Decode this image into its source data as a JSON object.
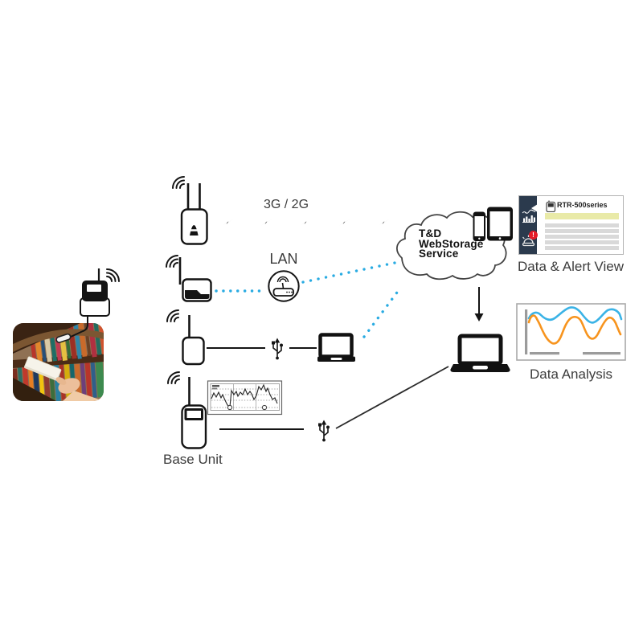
{
  "labels": {
    "network": "3G / 2G",
    "lan": "LAN",
    "cloud_line1": "T&D",
    "cloud_line2": "WebStorage",
    "cloud_line3": "Service",
    "device_series": "RTR-500series",
    "data_alert_view": "Data & Alert View",
    "data_analysis": "Data Analysis",
    "base_unit": "Base Unit",
    "alert_badge": "!"
  },
  "colors": {
    "dotted_link_blue": "#29abe2",
    "sidebar_navy": "#2b3a4d",
    "alert_red": "#e51c28",
    "highlight_row_yellow": "#e9eaa8",
    "list_row_gray": "#d9d9d9",
    "chart_line_blue": "#3bb3e6",
    "chart_line_orange": "#f7941e",
    "line_black": "#1a1a1a"
  },
  "icons": {
    "wireless-waves": "three concentric arcs",
    "lightning-bolt": "small flash glyph on wireless 3G/2G link",
    "usb": "usb trident symbol",
    "lan-router": "router in circle",
    "cloud": "cloud outline",
    "bar-chart": "white bars with trend line",
    "alarm": "warning beacon lamp with red ! badge",
    "smartphone": "phone with screen",
    "tablet": "tablet with screen",
    "laptop": "laptop silhouette",
    "down-arrow": "black arrow from cloud to PC"
  },
  "chart_data": [
    {
      "type": "line",
      "title": "Data Analysis thumbnail (decorative, unlabeled axes)",
      "axes_labeled": false,
      "series": [
        {
          "name": "upper line",
          "color": "#3bb3e6",
          "values": [
            62,
            68,
            60,
            65,
            72,
            78,
            70,
            58,
            52,
            62,
            70,
            74,
            66,
            58
          ]
        },
        {
          "name": "lower line",
          "color": "#f7941e",
          "values": [
            55,
            62,
            38,
            22,
            18,
            45,
            58,
            55,
            30,
            22,
            42,
            55,
            50,
            32
          ]
        }
      ]
    },
    {
      "type": "line",
      "title": "Base unit recorded-data thumbnail (decorative, unlabeled)",
      "axes_labeled": false,
      "color": "#333333",
      "values": [
        40,
        55,
        45,
        58,
        42,
        50,
        35,
        20,
        10,
        68,
        55,
        62,
        48,
        58,
        52,
        70,
        50,
        56,
        48,
        30,
        42,
        75,
        65,
        80,
        58,
        66,
        45,
        35,
        38,
        28
      ]
    }
  ]
}
